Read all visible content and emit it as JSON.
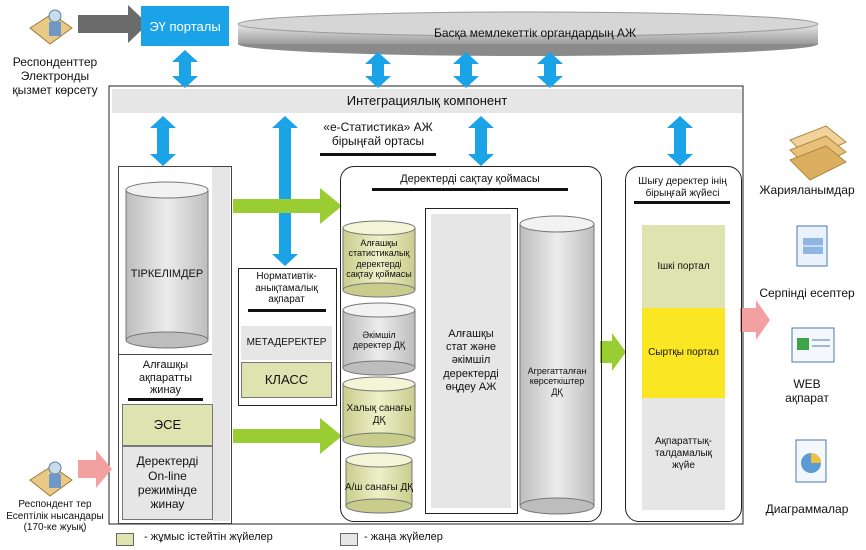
{
  "left": {
    "respondent_top_label": "Респонденттер\nЭлектронды\nқызмет көрсету",
    "respondent_bottom_label": "Респондент тер\nЕсептілік нысандары\n(170-ке жуық)"
  },
  "top": {
    "eu_portal": "ЭҮ порталы",
    "other_gov": "Басқа мемлекеттік органдардың АЖ",
    "integration": "Интеграциялық компонент",
    "estat_title": "«е-Статистика» АЖ\nбірыңғай ортасы"
  },
  "registry": {
    "title": "ТІРКЕЛІМДЕР",
    "collect_title": "Алғашқы\nақпаратты\nжинау",
    "ese": "ЭСЕ",
    "online": "Деректерді\nOn-line\nрежимінде\nжинау"
  },
  "normative": {
    "title": "Нормативтік-\nанықтамалық\nақпарат",
    "meta": "МЕТАДЕРЕКТЕР",
    "klass": "КЛАСС"
  },
  "storage": {
    "title": "Деректерді сақтау қоймасы",
    "primary": "Алғашқы\nстатистикалық\nдеректерді\nсақтау қоймасы",
    "admin": "Әкімшіл\nдеректер ДҚ",
    "census_pop": "Халық санағы\nДҚ",
    "census_agri": "А/ш санағы ДҚ",
    "processing": "Алғашқы\nстат және\nәкімшіл\nдеректерді\nөңдеу АЖ",
    "aggregated": "Агрегатталған\nкөрсеткіштер\nДҚ"
  },
  "output": {
    "title": "Шығу деректер інің\nбірыңғай жүйесі",
    "internal": "Ішкі портал",
    "external": "Сыртқы портал",
    "analytic": "Ақпараттық-\nталдамалық\nжүйе"
  },
  "right": {
    "publications": "Жарияланымдар",
    "interactive": "Серпінді есептер",
    "web": "WEB\nақпарат",
    "diagrams": "Диаграммалар"
  },
  "legend": {
    "working": "- жұмыс істейтін жүйелер",
    "new": "- жаңа жүйелер"
  },
  "colors": {
    "blue_arrow": "#1aa3e6",
    "green_arrow": "#9acd32",
    "pink_arrow": "#f2a0a0",
    "working_fill": "#dfe3b0",
    "new_fill": "#e6e6e6",
    "yellow": "#fbe624"
  }
}
